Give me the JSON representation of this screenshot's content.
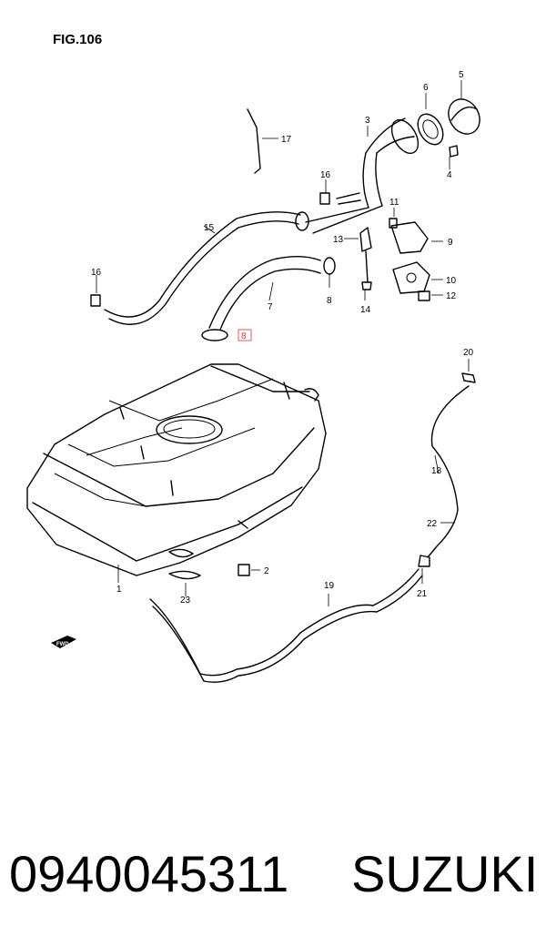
{
  "figure": {
    "title": "FIG.106"
  },
  "fwd_label": "FWD",
  "callouts": [
    "1",
    "2",
    "3",
    "4",
    "5",
    "6",
    "7",
    "8",
    "9",
    "10",
    "11",
    "12",
    "13",
    "14",
    "15",
    "16",
    "16",
    "17",
    "18",
    "19",
    "20",
    "21",
    "22",
    "23",
    "8"
  ],
  "highlight_color": "#e03030",
  "footer": {
    "part_number": "0940045311",
    "brand": "SUZUKI"
  }
}
